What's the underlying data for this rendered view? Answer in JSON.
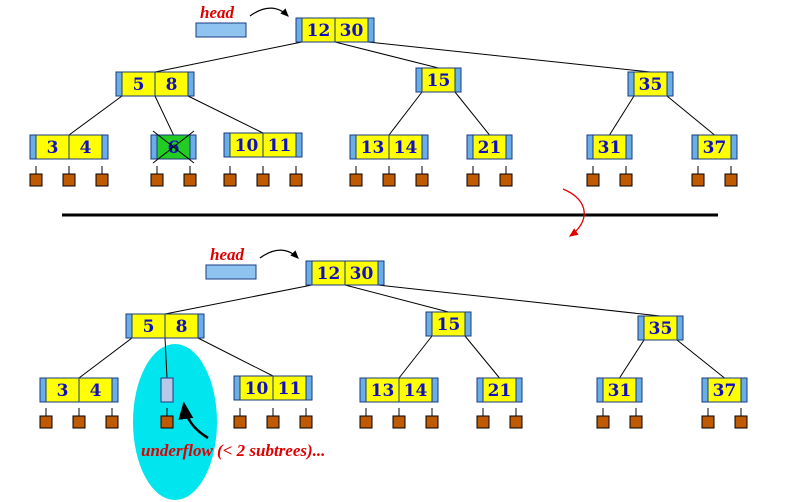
{
  "colors": {
    "node_edge": "#6aaee8",
    "key_cell": "#ffff00",
    "deleted_key": "#22cc22",
    "leaf_box": "#c05a00",
    "label": "#e00000",
    "key_text": "#1010c0",
    "underflow_highlight": "#00e5ee",
    "empty_node": "#b8c8e8"
  },
  "top_tree": {
    "head_label": "head",
    "root": [
      "12",
      "30"
    ],
    "level1": [
      [
        "5",
        "8"
      ],
      [
        "15"
      ],
      [
        "35"
      ]
    ],
    "level2": [
      [
        "3",
        "4"
      ],
      [
        "6"
      ],
      [
        "10",
        "11"
      ],
      [
        "13",
        "14"
      ],
      [
        "21"
      ],
      [
        "31"
      ],
      [
        "37"
      ]
    ],
    "deleted_key": "6"
  },
  "bottom_tree": {
    "head_label": "head",
    "root": [
      "12",
      "30"
    ],
    "level1": [
      [
        "5",
        "8"
      ],
      [
        "15"
      ],
      [
        "35"
      ]
    ],
    "level2": [
      [
        "3",
        "4"
      ],
      [],
      [
        "10",
        "11"
      ],
      [
        "13",
        "14"
      ],
      [
        "21"
      ],
      [
        "31"
      ],
      [
        "37"
      ]
    ],
    "underflow_label": "underflow (< 2 subtrees)..."
  }
}
